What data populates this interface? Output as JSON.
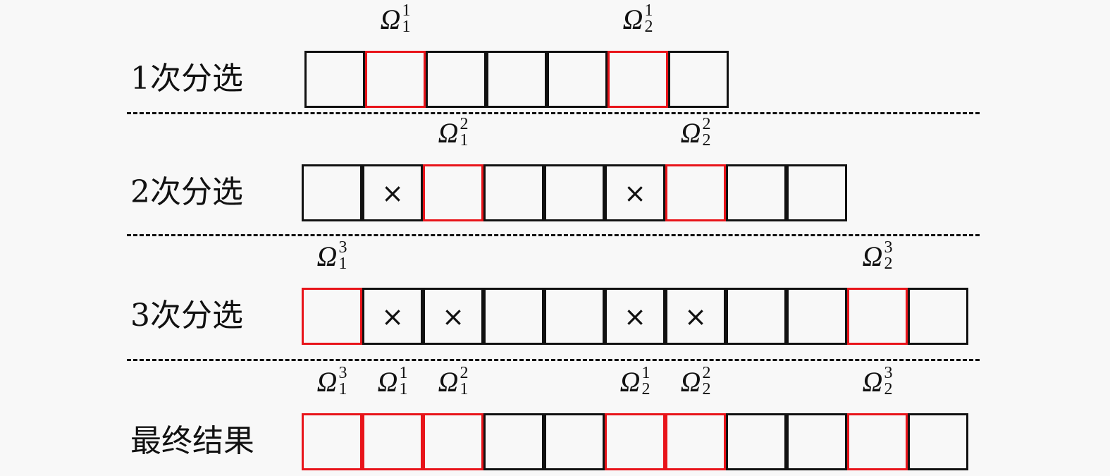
{
  "rows": [
    {
      "label": "1次分选",
      "cells": [
        "n",
        "red",
        "n",
        "n",
        "n",
        "red",
        "n"
      ],
      "marks": [
        {
          "cell": 1,
          "symbol": "Ω",
          "sup": "1",
          "sub": "1"
        },
        {
          "cell": 5,
          "symbol": "Ω",
          "sup": "1",
          "sub": "2"
        }
      ]
    },
    {
      "label": "2次分选",
      "cells": [
        "n",
        "x",
        "red",
        "n",
        "n",
        "x",
        "red",
        "n",
        "n"
      ],
      "marks": [
        {
          "cell": 2,
          "symbol": "Ω",
          "sup": "2",
          "sub": "1"
        },
        {
          "cell": 6,
          "symbol": "Ω",
          "sup": "2",
          "sub": "2"
        }
      ]
    },
    {
      "label": "3次分选",
      "cells": [
        "red",
        "x",
        "x",
        "n",
        "n",
        "x",
        "x",
        "n",
        "n",
        "red",
        "n"
      ],
      "marks": [
        {
          "cell": 0,
          "symbol": "Ω",
          "sup": "3",
          "sub": "1"
        },
        {
          "cell": 9,
          "symbol": "Ω",
          "sup": "3",
          "sub": "2"
        }
      ]
    },
    {
      "label": "最终结果",
      "cells": [
        "red",
        "red",
        "red",
        "n",
        "n",
        "red",
        "red",
        "n",
        "n",
        "red",
        "n"
      ],
      "marks": [
        {
          "cell": 0,
          "symbol": "Ω",
          "sup": "3",
          "sub": "1"
        },
        {
          "cell": 1,
          "symbol": "Ω",
          "sup": "1",
          "sub": "1"
        },
        {
          "cell": 2,
          "symbol": "Ω",
          "sup": "2",
          "sub": "1"
        },
        {
          "cell": 5,
          "symbol": "Ω",
          "sup": "1",
          "sub": "2"
        },
        {
          "cell": 6,
          "symbol": "Ω",
          "sup": "2",
          "sub": "2"
        },
        {
          "cell": 9,
          "symbol": "Ω",
          "sup": "3",
          "sub": "2"
        }
      ]
    }
  ],
  "cross_symbol": "×",
  "colors": {
    "selected": "#e8141a",
    "normal": "#111111"
  }
}
